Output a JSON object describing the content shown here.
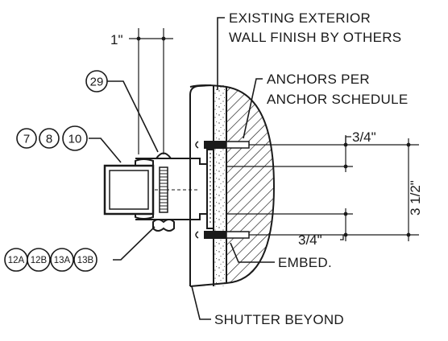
{
  "callouts": {
    "wall_finish_line1": "EXISTING EXTERIOR",
    "wall_finish_line2": "WALL FINISH BY OTHERS",
    "anchors_line1": "ANCHORS PER",
    "anchors_line2": "ANCHOR SCHEDULE",
    "embed": "EMBED.",
    "shutter": "SHUTTER BEYOND"
  },
  "dimensions": {
    "one_inch": "1\"",
    "three_quarter_top": "3/4\"",
    "three_quarter_bottom": "3/4\"",
    "three_and_half": "3 1/2\""
  },
  "detail_tags": {
    "tag_29": "29",
    "tag_7": "7",
    "tag_8": "8",
    "tag_10": "10",
    "tag_12a": "12A",
    "tag_12b": "12B",
    "tag_13a": "13A",
    "tag_13b": "13B"
  }
}
